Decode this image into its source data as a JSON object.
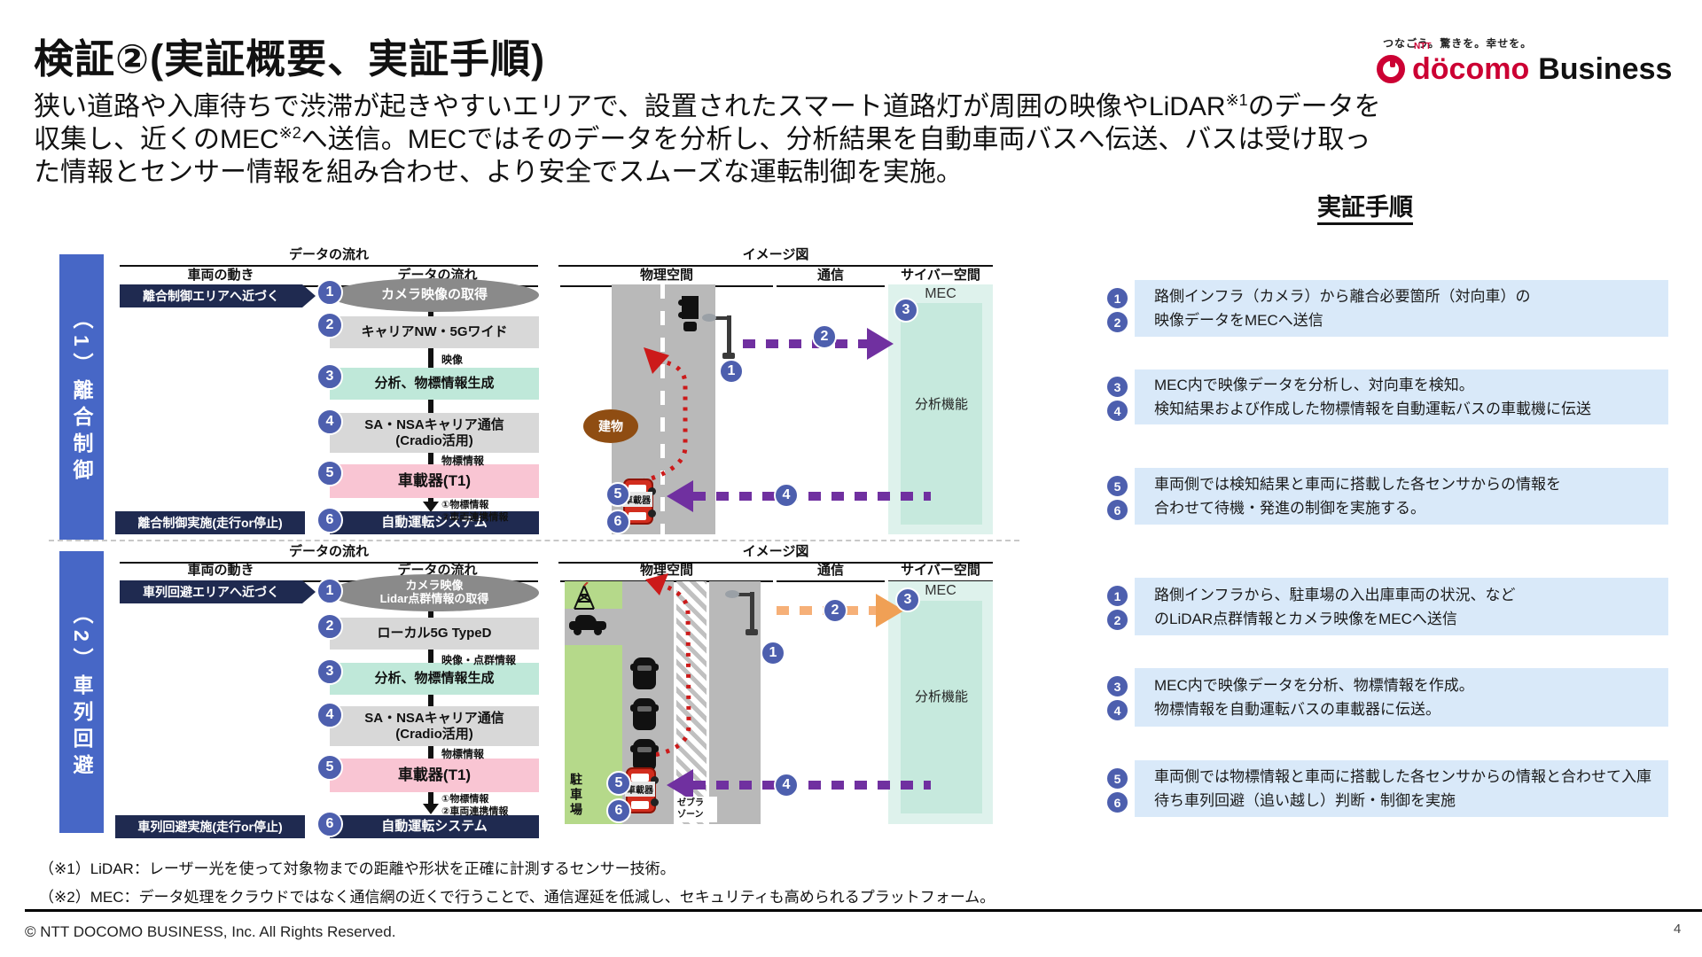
{
  "slide": {
    "title": "検証②(実証概要、実証手順)",
    "tagline": "つなごう。驚きを。幸せを。",
    "logo": {
      "ntt": "NTT",
      "docomo": "döcomo",
      "business": "Business"
    },
    "intro": {
      "seg1": "狭い道路や入庫待ちで渋滞が起きやすいエリアで、設置されたスマート道路灯が周囲の映像やLiDAR",
      "sup1": "※1",
      "seg2": "のデータを収集し、近くのMEC",
      "sup2": "※2",
      "seg3": "へ送信。MECではそのデータを分析し、分析結果を自動車両バスへ伝送、バスは受け取った情報とセンサー情報を組み合わせ、より安全でスムーズな運転制御を実施。"
    },
    "footnote1": "（※1）LiDAR：レーザー光を使って対象物までの距離や形状を正確に計測するセンサー技術。",
    "footnote2": "（※2）MEC：データ処理をクラウドではなく通信網の近くで行うことで、通信遅延を低減し、セキュリティも高められるプラットフォーム。",
    "copyright": "© NTT DOCOMO BUSINESS, Inc. All Rights Reserved.",
    "page_number": "4"
  },
  "nums": {
    "n1": "1",
    "n2": "2",
    "n3": "3",
    "n4": "4",
    "n5": "5",
    "n6": "6"
  },
  "icons": {
    "docomo-mark": "red-ring-css-shape",
    "street-lamp": "css-shape",
    "truck-top": "css-shape",
    "bus": "css-shape",
    "car-side": "css-shape",
    "car-top": "css-shape",
    "antenna-tower": "inline-svg",
    "red-route-arrow": "inline-svg-dotted-path"
  },
  "scenario1": {
    "side_label": "（1）離合制御",
    "flow": {
      "span_header": "データの流れ",
      "col_vehicle": "車両の動き",
      "col_data": "データの流れ",
      "trigger": "離合制御エリアへ近づく",
      "step1": "カメラ映像の取得",
      "step2": "キャリアNW・5Gワイド",
      "step3": "分析、物標情報生成",
      "step4_line1": "SA・NSAキャリア通信",
      "step4_line2": "(Cradio活用)",
      "step5": "車載器(T1)",
      "step6": "自動運転システム",
      "result": "離合制御実施(走行or停止)",
      "edge2": "映像",
      "edge4": "物標情報",
      "edge5_line1": "①物標情報",
      "edge5_line2": "②車両連携情報"
    },
    "image": {
      "header": "イメージ図",
      "col_physical": "物理空間",
      "col_comm": "通信",
      "col_cyber": "サイバー空間",
      "mec": "MEC",
      "analysis": "分析機能",
      "building": "建物",
      "obu": "車載器"
    }
  },
  "scenario2": {
    "side_label": "（2）車列回避",
    "flow": {
      "span_header": "データの流れ",
      "col_vehicle": "車両の動き",
      "col_data": "データの流れ",
      "trigger": "車列回避エリアへ近づく",
      "step1_line1": "カメラ映像",
      "step1_line2": "Lidar点群情報の取得",
      "step2": "ローカル5G TypeD",
      "step3": "分析、物標情報生成",
      "step4_line1": "SA・NSAキャリア通信",
      "step4_line2": "(Cradio活用)",
      "step5": "車載器(T1)",
      "step6": "自動運転システム",
      "result": "車列回避実施(走行or停止)",
      "edge2": "映像・点群情報",
      "edge4": "物標情報",
      "edge5_line1": "①物標情報",
      "edge5_line2": "②車両連携情報"
    },
    "image": {
      "header": "イメージ図",
      "col_physical": "物理空間",
      "col_comm": "通信",
      "col_cyber": "サイバー空間",
      "mec": "MEC",
      "analysis": "分析機能",
      "parking": "駐車場",
      "zebra_line1": "ゼブラ",
      "zebra_line2": "ゾーン",
      "obu": "車載器"
    }
  },
  "procedure": {
    "title": "実証手順",
    "blocks": [
      {
        "n_a": "1",
        "n_b": "2",
        "line1": "路側インフラ（カメラ）から離合必要箇所（対向車）の",
        "line2": "映像データをMECへ送信"
      },
      {
        "n_a": "3",
        "n_b": "4",
        "line1": "MEC内で映像データを分析し、対向車を検知。",
        "line2": "検知結果および作成した物標情報を自動運転バスの車載機に伝送"
      },
      {
        "n_a": "5",
        "n_b": "6",
        "line1": "車両側では検知結果と車両に搭載した各センサからの情報を",
        "line2": "合わせて待機・発進の制御を実施する。"
      },
      {
        "n_a": "1",
        "n_b": "2",
        "line1": "路側インフラから、駐車場の入出庫車両の状況、など",
        "line2": "のLiDAR点群情報とカメラ映像をMECへ送信"
      },
      {
        "n_a": "3",
        "n_b": "4",
        "line1": "MEC内で映像データを分析、物標情報を作成。",
        "line2": "物標情報を自動運転バスの車載器に伝送。"
      },
      {
        "n_a": "5",
        "n_b": "6",
        "line1": "車両側では物標情報と車両に搭載した各センサからの情報と合わせて入庫",
        "line2": "待ち車列回避（追い越し）判断・制御を実施"
      }
    ]
  }
}
